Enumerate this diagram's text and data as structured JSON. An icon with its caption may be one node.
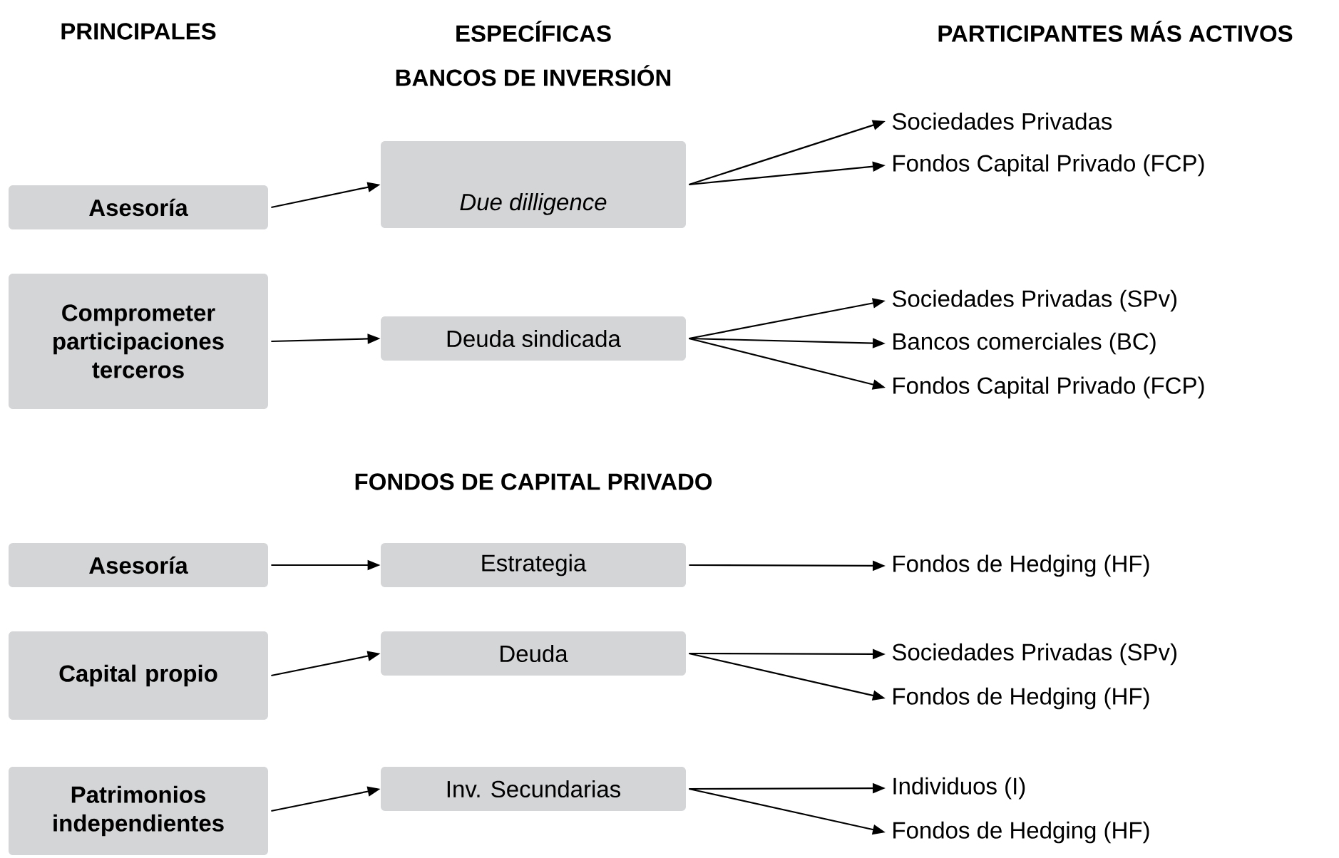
{
  "diagram": {
    "nodes": [
      {
        "text": [
          "Asesoría"
        ]
      },
      {
        "text": [
          "Due dilligence"
        ]
      },
      {
        "text": [
          "Sociedades Privadas"
        ]
      },
      {
        "text": [
          "Fondos Capital Privado (FCP)"
        ]
      },
      {
        "text": [
          "Comprometer participaciones terceros"
        ]
      },
      {
        "text": [
          "Deuda sindicada"
        ]
      },
      {
        "text": [
          "Sociedades Privadas (SPv)"
        ]
      },
      {
        "text": [
          "Bancos comerciales (BC)"
        ]
      },
      {
        "text": [
          "Fondos Capital Privado (FCP)"
        ]
      },
      {
        "text": [
          "Asesoría"
        ]
      },
      {
        "text": [
          "Estrategia"
        ]
      },
      {
        "text": [
          "Fondos de Hedging (HF)"
        ]
      },
      {
        "text": [
          "Capital propio"
        ]
      },
      {
        "text": [
          "Deuda"
        ]
      },
      {
        "text": [
          "Sociedades Privadas (SPv)"
        ]
      },
      {
        "text": [
          "Fondos de Hedging (HF)"
        ]
      },
      {
        "text": [
          "Patrimonios independientes"
        ]
      },
      {
        "text": [
          "Inv. Secundarias"
        ]
      },
      {
        "text": [
          "Individuos (I)"
        ]
      },
      {
        "text": [
          "Fondos de Hedging (HF)"
        ]
      }
    ],
    "edges": [
      {
        "from": 0,
        "to": 1,
        "arrow": "to"
      },
      {
        "from": 1,
        "to": 2,
        "arrow": "to"
      },
      {
        "from": 1,
        "to": 3,
        "arrow": "to"
      },
      {
        "from": 4,
        "to": 5,
        "arrow": "to"
      },
      {
        "from": 5,
        "to": 6,
        "arrow": "to"
      },
      {
        "from": 5,
        "to": 7,
        "arrow": "to"
      },
      {
        "from": 5,
        "to": 8,
        "arrow": "to"
      },
      {
        "from": 9,
        "to": 10,
        "arrow": "to"
      },
      {
        "from": 10,
        "to": 11,
        "arrow": "to"
      },
      {
        "from": 12,
        "to": 13,
        "arrow": "to"
      },
      {
        "from": 13,
        "to": 14,
        "arrow": "to"
      },
      {
        "from": 13,
        "to": 15,
        "arrow": "to"
      },
      {
        "from": 16,
        "to": 17,
        "arrow": "to"
      },
      {
        "from": 17,
        "to": 18,
        "arrow": "to"
      },
      {
        "from": 17,
        "to": 19,
        "arrow": "to"
      }
    ],
    "labels": [
      "PRINCIPALES",
      "ESPECÍFICAS",
      "PARTICIPANTES MÁS ACTIVOS",
      "BANCOS DE INVERSIÓN",
      "FONDOS DE CAPITAL PRIVADO"
    ]
  }
}
